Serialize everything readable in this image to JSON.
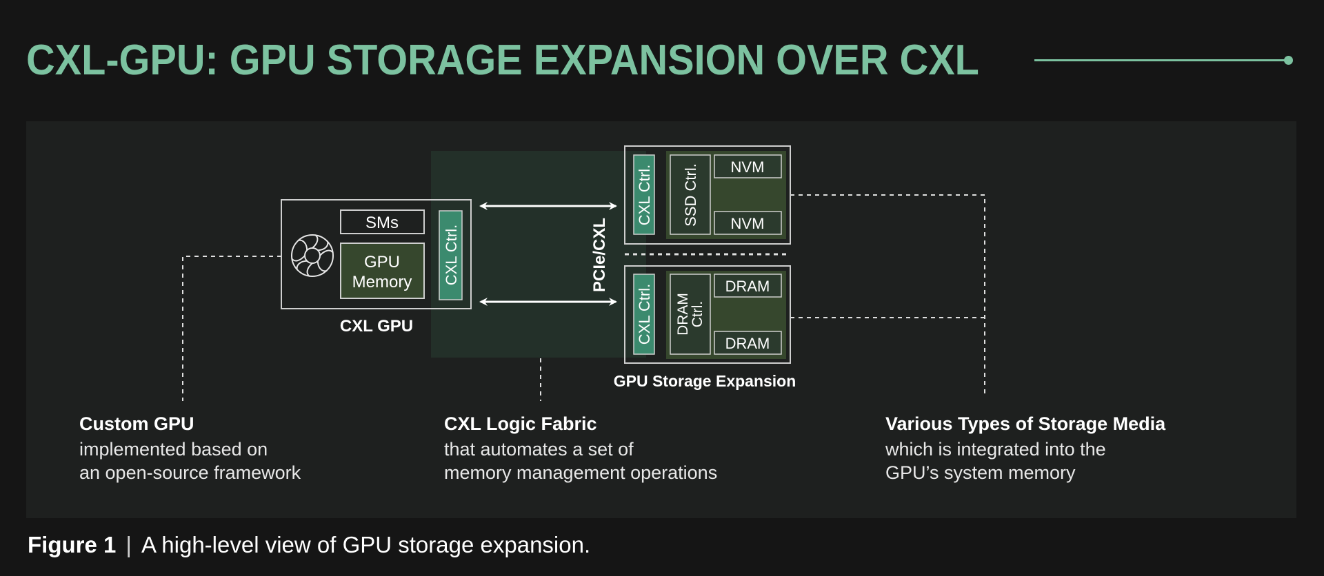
{
  "header": {
    "title": "CXL-GPU: GPU STORAGE EXPANSION OVER CXL"
  },
  "colors": {
    "accent": "#7cc2a0",
    "background": "#151515",
    "panel": "#1e201f",
    "fabric": "#233029",
    "cxl_ctrl": "#3b8a6e",
    "memory_fill": "#36472d",
    "box_stroke": "#d9d9d9"
  },
  "diagram": {
    "cxl_gpu": {
      "label": "CXL GPU",
      "sms": "SMs",
      "gpu_memory_line1": "GPU",
      "gpu_memory_line2": "Memory",
      "cxl_ctrl": "CXL Ctrl.",
      "icon": "fan-icon"
    },
    "link_label": "PCIe/CXL",
    "ssd_device": {
      "cxl_ctrl": "CXL Ctrl.",
      "controller": "SSD Ctrl.",
      "media": [
        "NVM",
        "NVM"
      ]
    },
    "dram_device": {
      "cxl_ctrl": "CXL Ctrl.",
      "controller_line1": "DRAM",
      "controller_line2": "Ctrl.",
      "media": [
        "DRAM",
        "DRAM"
      ]
    },
    "storage_label": "GPU Storage Expansion"
  },
  "callouts": [
    {
      "title": "Custom GPU",
      "lines": [
        "implemented based on",
        "an open-source framework"
      ]
    },
    {
      "title": "CXL Logic Fabric",
      "lines": [
        "that automates a set of",
        "memory management operations"
      ]
    },
    {
      "title": "Various Types of Storage Media",
      "lines": [
        "which is integrated into the",
        "GPU’s system memory"
      ]
    }
  ],
  "caption": {
    "figure": "Figure 1",
    "separator": "|",
    "text": "A high-level view of GPU storage expansion."
  }
}
